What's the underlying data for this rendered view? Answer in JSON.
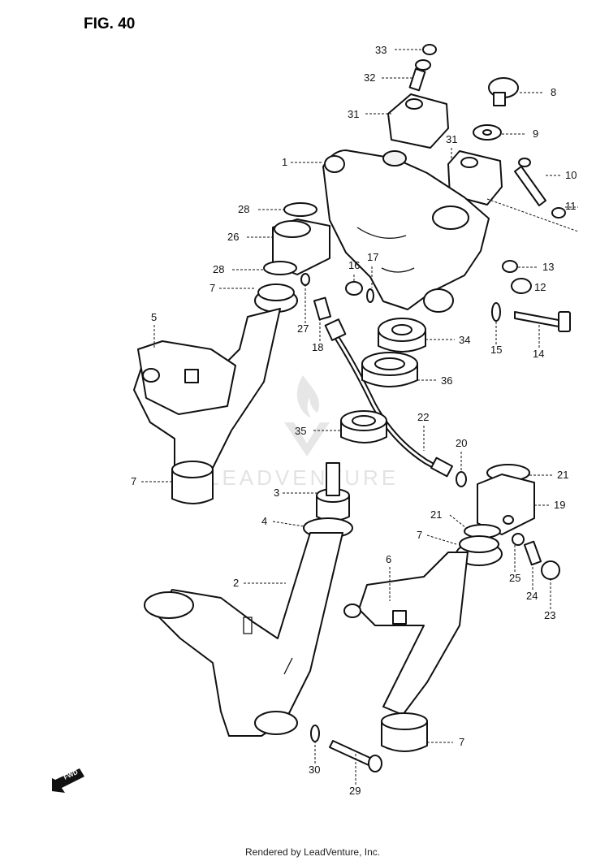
{
  "figure": {
    "title": "FIG. 40"
  },
  "watermark": {
    "text": "LEADVENTURE"
  },
  "footer": {
    "text": "Rendered by LeadVenture, Inc."
  },
  "direction_badge": {
    "text": "FWD"
  },
  "callouts": [
    {
      "id": "c33",
      "text": "33"
    },
    {
      "id": "c32",
      "text": "32"
    },
    {
      "id": "c31a",
      "text": "31"
    },
    {
      "id": "c31b",
      "text": "31"
    },
    {
      "id": "c8",
      "text": "8"
    },
    {
      "id": "c9",
      "text": "9"
    },
    {
      "id": "c10",
      "text": "10"
    },
    {
      "id": "c11",
      "text": "11"
    },
    {
      "id": "c1",
      "text": "1"
    },
    {
      "id": "c28a",
      "text": "28"
    },
    {
      "id": "c26",
      "text": "26"
    },
    {
      "id": "c28b",
      "text": "28"
    },
    {
      "id": "c7a",
      "text": "7"
    },
    {
      "id": "c16",
      "text": "16"
    },
    {
      "id": "c17",
      "text": "17"
    },
    {
      "id": "c13",
      "text": "13"
    },
    {
      "id": "c12",
      "text": "12"
    },
    {
      "id": "c27",
      "text": "27"
    },
    {
      "id": "c18",
      "text": "18"
    },
    {
      "id": "c34",
      "text": "34"
    },
    {
      "id": "c15",
      "text": "15"
    },
    {
      "id": "c14",
      "text": "14"
    },
    {
      "id": "c5",
      "text": "5"
    },
    {
      "id": "c36",
      "text": "36"
    },
    {
      "id": "c35",
      "text": "35"
    },
    {
      "id": "c22",
      "text": "22"
    },
    {
      "id": "c20",
      "text": "20"
    },
    {
      "id": "c21a",
      "text": "21"
    },
    {
      "id": "c7b",
      "text": "7"
    },
    {
      "id": "c3",
      "text": "3"
    },
    {
      "id": "c19",
      "text": "19"
    },
    {
      "id": "c4",
      "text": "4"
    },
    {
      "id": "c21b",
      "text": "21"
    },
    {
      "id": "c7c",
      "text": "7"
    },
    {
      "id": "c6",
      "text": "6"
    },
    {
      "id": "c25",
      "text": "25"
    },
    {
      "id": "c24",
      "text": "24"
    },
    {
      "id": "c2",
      "text": "2"
    },
    {
      "id": "c23",
      "text": "23"
    },
    {
      "id": "c7d",
      "text": "7"
    },
    {
      "id": "c30",
      "text": "30"
    },
    {
      "id": "c29",
      "text": "29"
    }
  ]
}
